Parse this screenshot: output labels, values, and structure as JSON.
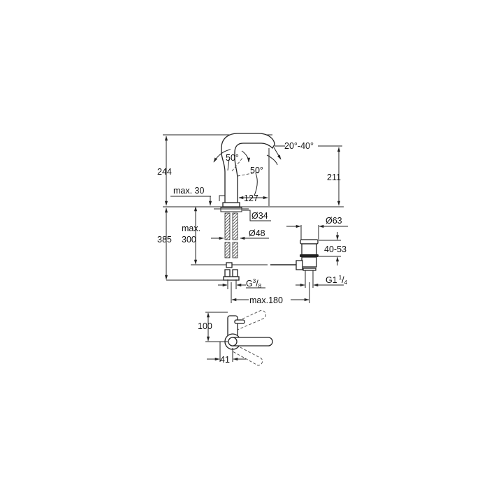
{
  "drawing": {
    "title": "Basin mixer technical drawing",
    "colors": {
      "line": "#222222",
      "background": "#ffffff"
    },
    "side_view": {
      "dimensions": {
        "overall_height": "244",
        "spout_height": "211",
        "spout_reach": "127",
        "lever_angle_1": "50°",
        "lever_angle_2": "50°",
        "spout_swivel": "20°-40°",
        "deck_thickness": "max. 30",
        "below_deck_height": "385",
        "max_counter_label": "max.",
        "max_counter_value": "300",
        "base_diameter": "Ø34",
        "hole_diameter": "Ø48",
        "supply_thread_main": "G",
        "supply_thread_num": "3",
        "supply_thread_den": "8",
        "waste_reach": "max.180"
      }
    },
    "waste_view": {
      "dimensions": {
        "waste_diameter": "Ø63",
        "waste_range": "40-53",
        "waste_thread_main": "G1",
        "waste_thread_num": "1",
        "waste_thread_den": "4"
      }
    },
    "top_view": {
      "dimensions": {
        "depth": "100",
        "width": "41"
      }
    }
  }
}
